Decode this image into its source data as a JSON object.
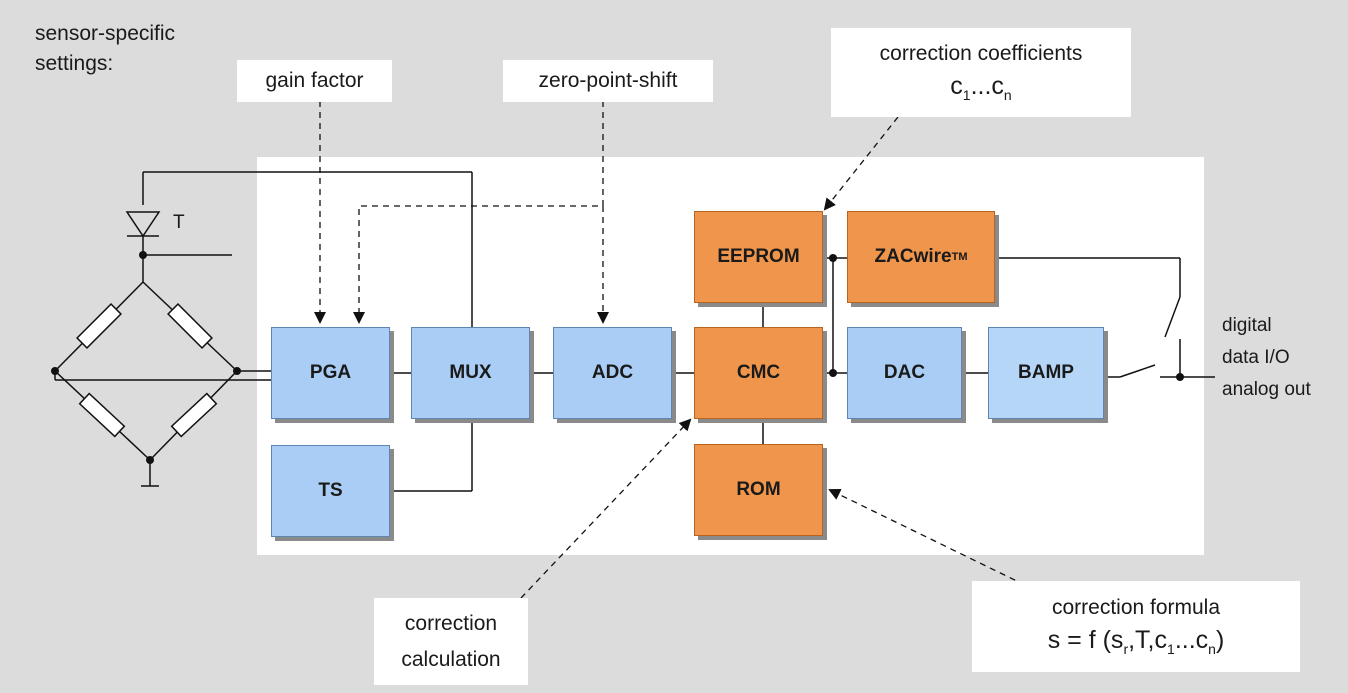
{
  "settings_label": {
    "line1": "sensor-specific",
    "line2": "settings:"
  },
  "callouts": {
    "gain_factor": "gain factor",
    "zero_point_shift": "zero-point-shift",
    "correction_coefficients": {
      "line1": "correction coefficients",
      "sym": "c",
      "sub1": "1",
      "dots": "...",
      "sym2": "c",
      "subn": "n"
    },
    "correction_calculation": {
      "line1": "correction",
      "line2": "calculation"
    },
    "correction_formula": {
      "line1": "correction formula",
      "f_prefix": "s = f (s",
      "f_sub_r": "r",
      "f_mid": ",T,c",
      "f_sub_1": "1",
      "f_dots": "...c",
      "f_sub_n": "n",
      "f_end": ")"
    }
  },
  "blocks": {
    "pga": "PGA",
    "mux": "MUX",
    "adc": "ADC",
    "ts": "TS",
    "eeprom": "EEPROM",
    "zacwire": "ZACwire",
    "zacwire_tm": "TM",
    "cmc": "CMC",
    "dac": "DAC",
    "bamp": "BAMP",
    "rom": "ROM"
  },
  "diode_label": "T",
  "io_labels": {
    "digital": "digital",
    "data_io": "data I/O",
    "analog_out": "analog out"
  },
  "colors": {
    "blue_block": "#a9cdf4",
    "orange_block": "#f0964c",
    "background": "#dcdcdc",
    "panel": "#ffffff"
  }
}
